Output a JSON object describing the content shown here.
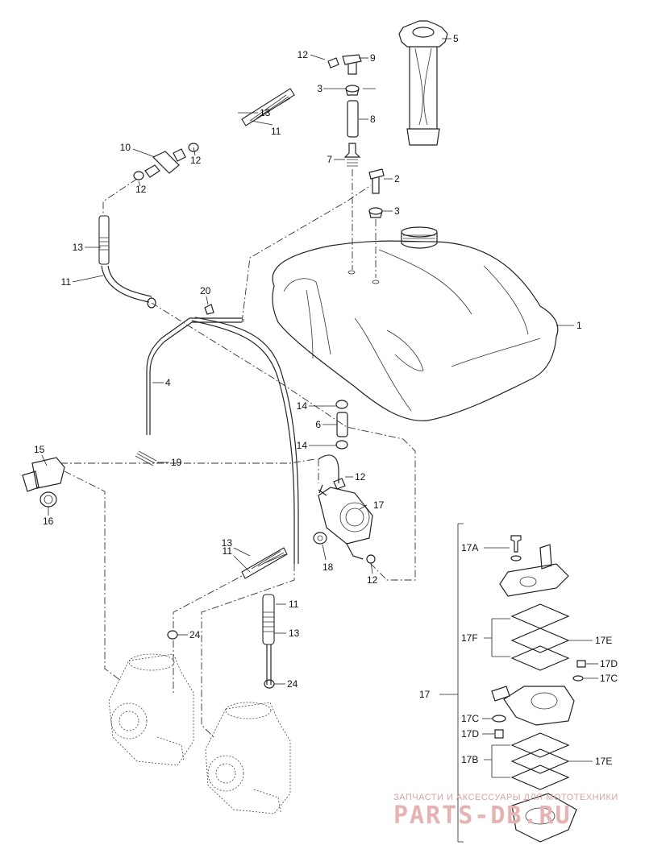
{
  "callouts": {
    "c1": "1",
    "c2": "2",
    "c3a": "3",
    "c3b": "3",
    "c4": "4",
    "c5": "5",
    "c6": "6",
    "c7": "7",
    "c8": "8",
    "c9": "9",
    "c10": "10",
    "c11a": "11",
    "c11b": "11",
    "c11c": "11",
    "c11d": "11",
    "c12a": "12",
    "c12b": "12",
    "c12c": "12",
    "c12d": "12",
    "c12e": "12",
    "c13a": "13",
    "c13b": "13",
    "c13c": "13",
    "c13d": "13",
    "c14a": "14",
    "c14b": "14",
    "c15": "15",
    "c16": "16",
    "c17": "17",
    "c17b": "17",
    "c17A": "17A",
    "c17F": "17F",
    "c17E1": "17E",
    "c17D1": "17D",
    "c17C1": "17C",
    "c17C2": "17C",
    "c17D2": "17D",
    "c17B": "17B",
    "c17E2": "17E",
    "c18": "18",
    "c19": "19",
    "c20": "20",
    "c24a": "24",
    "c24b": "24"
  },
  "watermark": {
    "tagline": "ЗАПЧАСТИ И АКСЕССУАРЫ ДЛЯ МОТОТЕХНИКИ",
    "brand": "PARTS-DB.RU"
  },
  "colors": {
    "line": "#222222",
    "watermark": "#e6b3b3"
  }
}
